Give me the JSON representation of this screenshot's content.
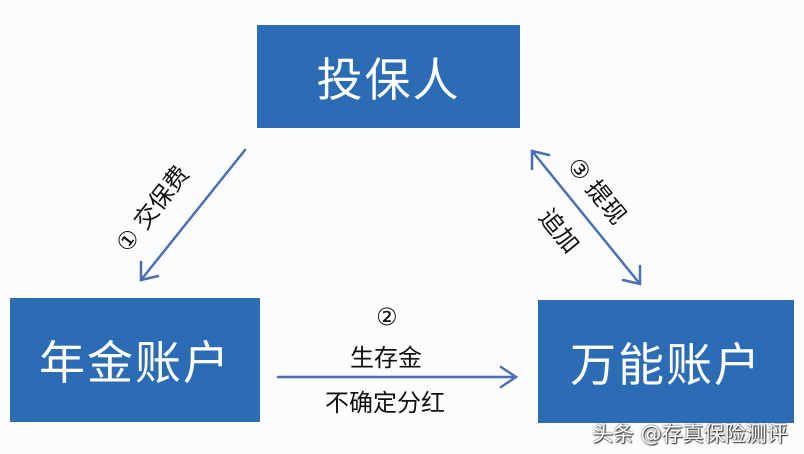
{
  "nodes": {
    "policyholder": "投保人",
    "annuity_account": "年金账户",
    "universal_account": "万能账户"
  },
  "edges": {
    "pay_premium": {
      "step": "①",
      "label": "交保费"
    },
    "survival": {
      "step": "②",
      "label_top": "生存金",
      "label_bottom": "不确定分红"
    },
    "withdraw": {
      "step": "③",
      "label": "提现",
      "reverse_label": "追加"
    }
  },
  "watermark": "头条 @存真保险测评",
  "colors": {
    "box": "#2b6cb4",
    "arrow": "#4a6fb0"
  }
}
